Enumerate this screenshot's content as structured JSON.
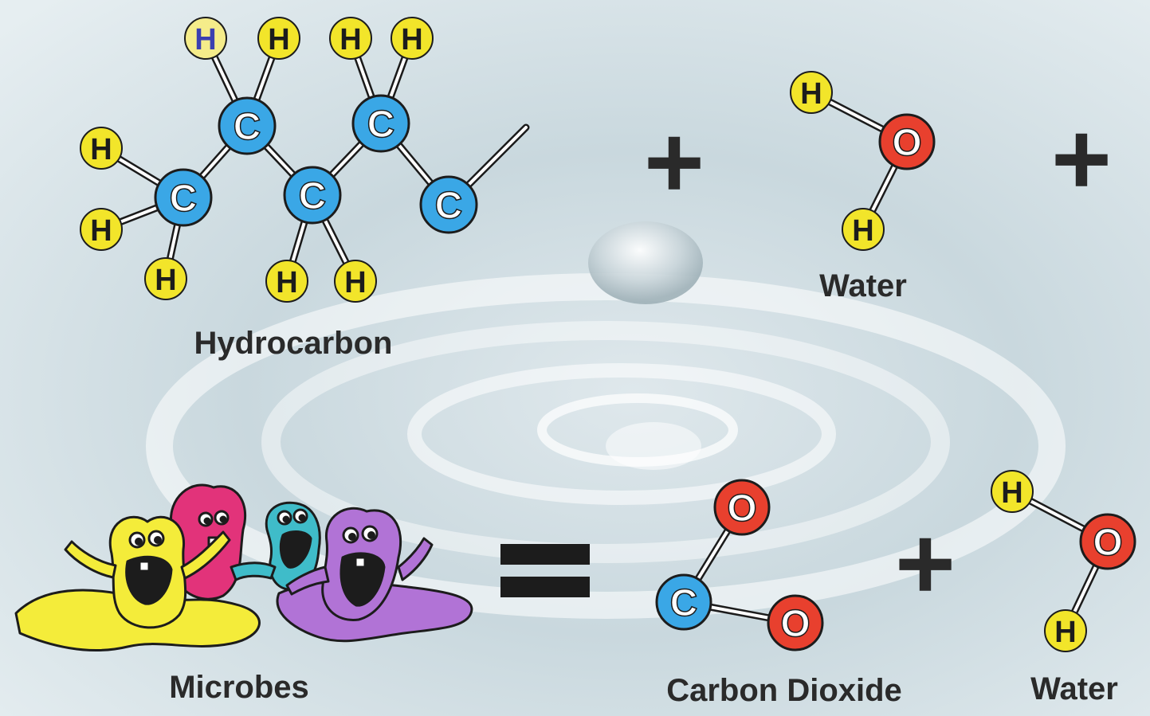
{
  "labels": {
    "hydrocarbon": "Hydrocarbon",
    "water_top": "Water",
    "microbes": "Microbes",
    "carbon_dioxide": "Carbon Dioxide",
    "water_bottom": "Water"
  },
  "operators": {
    "plus": "+",
    "equals": "="
  },
  "atoms": {
    "H": "H",
    "C": "C",
    "O": "O"
  },
  "colors": {
    "hydrogen": "#f2e52a",
    "hydrogen_highlight": "#f5ec8a",
    "hydrogen_letter_special": "#3b3fb0",
    "carbon": "#3aa7e6",
    "oxygen": "#e8402e",
    "ink": "#1c1c1c",
    "microbe_yellow": "#f4ec3a",
    "microbe_pink": "#e2337a",
    "microbe_teal": "#3fbcc9",
    "microbe_purple": "#b173d6"
  }
}
